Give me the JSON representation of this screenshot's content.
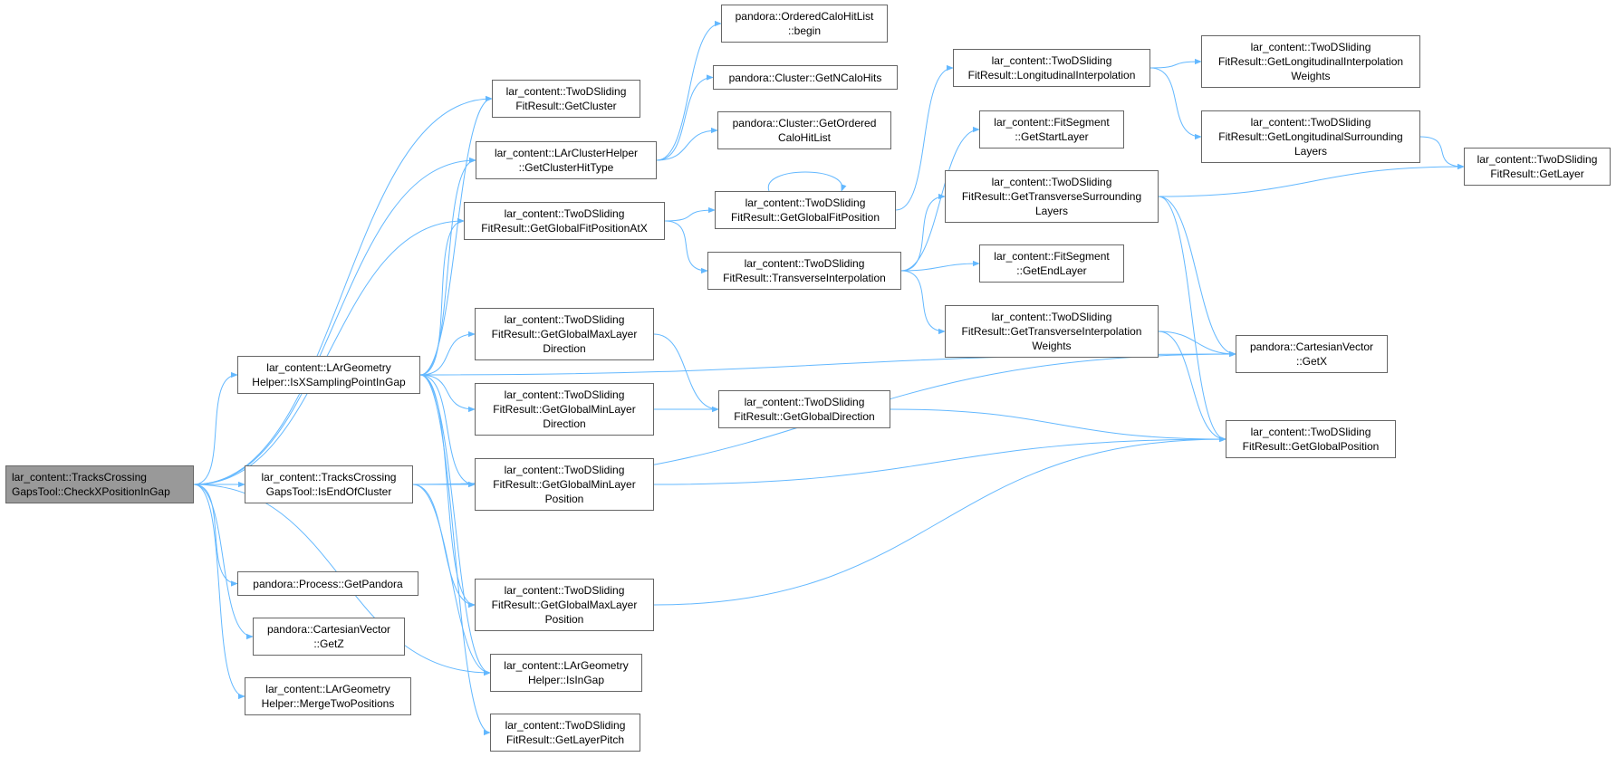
{
  "colors": {
    "edge": "#63b8ff",
    "border": "#666666",
    "root_fill": "#999999"
  },
  "nodes": [
    {
      "id": "root",
      "lines": [
        "lar_content::TracksCrossing",
        "GapsTool::CheckXPositionInGap"
      ]
    },
    {
      "id": "getCluster",
      "lines": [
        "lar_content::TwoDSliding",
        "FitResult::GetCluster"
      ]
    },
    {
      "id": "getClusterHitType",
      "lines": [
        "lar_content::LArClusterHelper",
        "::GetClusterHitType"
      ]
    },
    {
      "id": "getGlobalFitPositionAtX",
      "lines": [
        "lar_content::TwoDSliding",
        "FitResult::GetGlobalFitPositionAtX"
      ]
    },
    {
      "id": "isXSampling",
      "lines": [
        "lar_content::LArGeometry",
        "Helper::IsXSamplingPointInGap"
      ]
    },
    {
      "id": "isEndOfCluster",
      "lines": [
        "lar_content::TracksCrossing",
        "GapsTool::IsEndOfCluster"
      ]
    },
    {
      "id": "getPandora",
      "lines": [
        "pandora::Process::GetPandora"
      ]
    },
    {
      "id": "getZ",
      "lines": [
        "pandora::CartesianVector",
        "::GetZ"
      ]
    },
    {
      "id": "mergeTwo",
      "lines": [
        "lar_content::LArGeometry",
        "Helper::MergeTwoPositions"
      ]
    },
    {
      "id": "orderedBegin",
      "lines": [
        "pandora::OrderedCaloHitList",
        "::begin"
      ]
    },
    {
      "id": "getNCaloHits",
      "lines": [
        "pandora::Cluster::GetNCaloHits"
      ]
    },
    {
      "id": "getOrdered",
      "lines": [
        "pandora::Cluster::GetOrdered",
        "CaloHitList"
      ]
    },
    {
      "id": "getGlobalFitPosition",
      "lines": [
        "lar_content::TwoDSliding",
        "FitResult::GetGlobalFitPosition"
      ]
    },
    {
      "id": "transverseInterp",
      "lines": [
        "lar_content::TwoDSliding",
        "FitResult::TransverseInterpolation"
      ]
    },
    {
      "id": "getGlobalMaxLayerDir",
      "lines": [
        "lar_content::TwoDSliding",
        "FitResult::GetGlobalMaxLayer",
        "Direction"
      ]
    },
    {
      "id": "getGlobalMinLayerDir",
      "lines": [
        "lar_content::TwoDSliding",
        "FitResult::GetGlobalMinLayer",
        "Direction"
      ]
    },
    {
      "id": "getGlobalMinLayerPos",
      "lines": [
        "lar_content::TwoDSliding",
        "FitResult::GetGlobalMinLayer",
        "Position"
      ]
    },
    {
      "id": "getGlobalMaxLayerPos",
      "lines": [
        "lar_content::TwoDSliding",
        "FitResult::GetGlobalMaxLayer",
        "Position"
      ]
    },
    {
      "id": "isInGap",
      "lines": [
        "lar_content::LArGeometry",
        "Helper::IsInGap"
      ]
    },
    {
      "id": "getLayerPitch",
      "lines": [
        "lar_content::TwoDSliding",
        "FitResult::GetLayerPitch"
      ]
    },
    {
      "id": "getGlobalDirection",
      "lines": [
        "lar_content::TwoDSliding",
        "FitResult::GetGlobalDirection"
      ]
    },
    {
      "id": "longitudinalInterp",
      "lines": [
        "lar_content::TwoDSliding",
        "FitResult::LongitudinalInterpolation"
      ]
    },
    {
      "id": "getStartLayer",
      "lines": [
        "lar_content::FitSegment",
        "::GetStartLayer"
      ]
    },
    {
      "id": "getTransverseSurrounding",
      "lines": [
        "lar_content::TwoDSliding",
        "FitResult::GetTransverseSurrounding",
        "Layers"
      ]
    },
    {
      "id": "getEndLayer",
      "lines": [
        "lar_content::FitSegment",
        "::GetEndLayer"
      ]
    },
    {
      "id": "getTransverseInterpWeights",
      "lines": [
        "lar_content::TwoDSliding",
        "FitResult::GetTransverseInterpolation",
        "Weights"
      ]
    },
    {
      "id": "getLongInterpWeights",
      "lines": [
        "lar_content::TwoDSliding",
        "FitResult::GetLongitudinalInterpolation",
        "Weights"
      ]
    },
    {
      "id": "getLongSurrounding",
      "lines": [
        "lar_content::TwoDSliding",
        "FitResult::GetLongitudinalSurrounding",
        "Layers"
      ]
    },
    {
      "id": "getLayer",
      "lines": [
        "lar_content::TwoDSliding",
        "FitResult::GetLayer"
      ]
    },
    {
      "id": "getX",
      "lines": [
        "pandora::CartesianVector",
        "::GetX"
      ]
    },
    {
      "id": "getGlobalPosition",
      "lines": [
        "lar_content::TwoDSliding",
        "FitResult::GetGlobalPosition"
      ]
    }
  ]
}
